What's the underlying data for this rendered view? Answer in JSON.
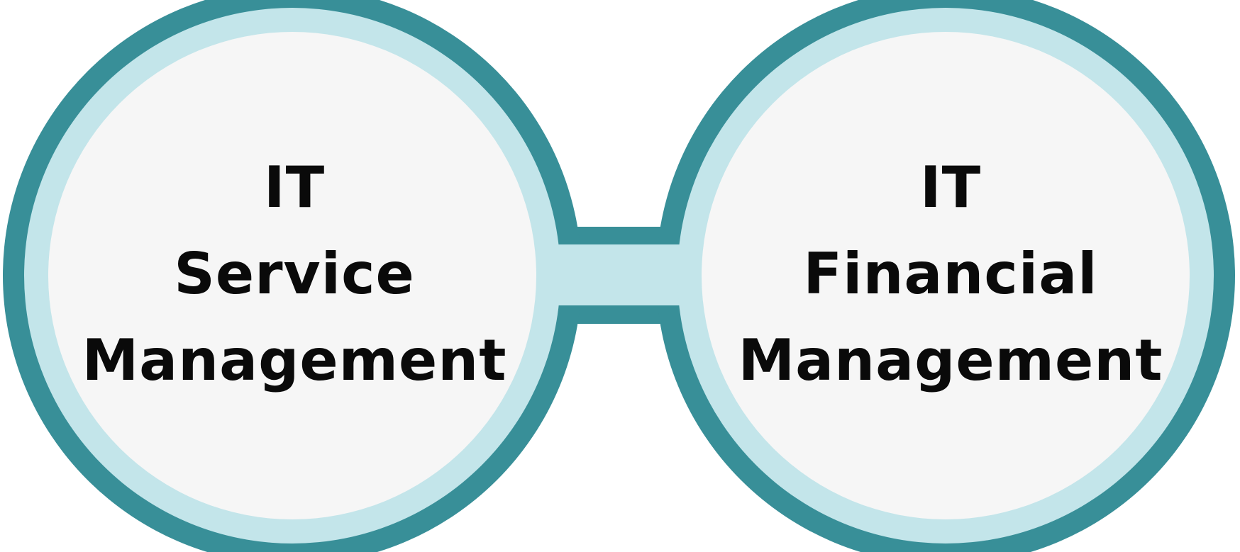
{
  "colors": {
    "outer_ring": "#388F98",
    "inner_ring": "#C3E5EA",
    "fill": "#F6F6F6",
    "text": "#0A0A0A",
    "background": "#FFFFFF"
  },
  "nodes": [
    {
      "lines": [
        "IT",
        "Service",
        "Management"
      ]
    },
    {
      "lines": [
        "IT",
        "Financial",
        "Management"
      ]
    }
  ]
}
